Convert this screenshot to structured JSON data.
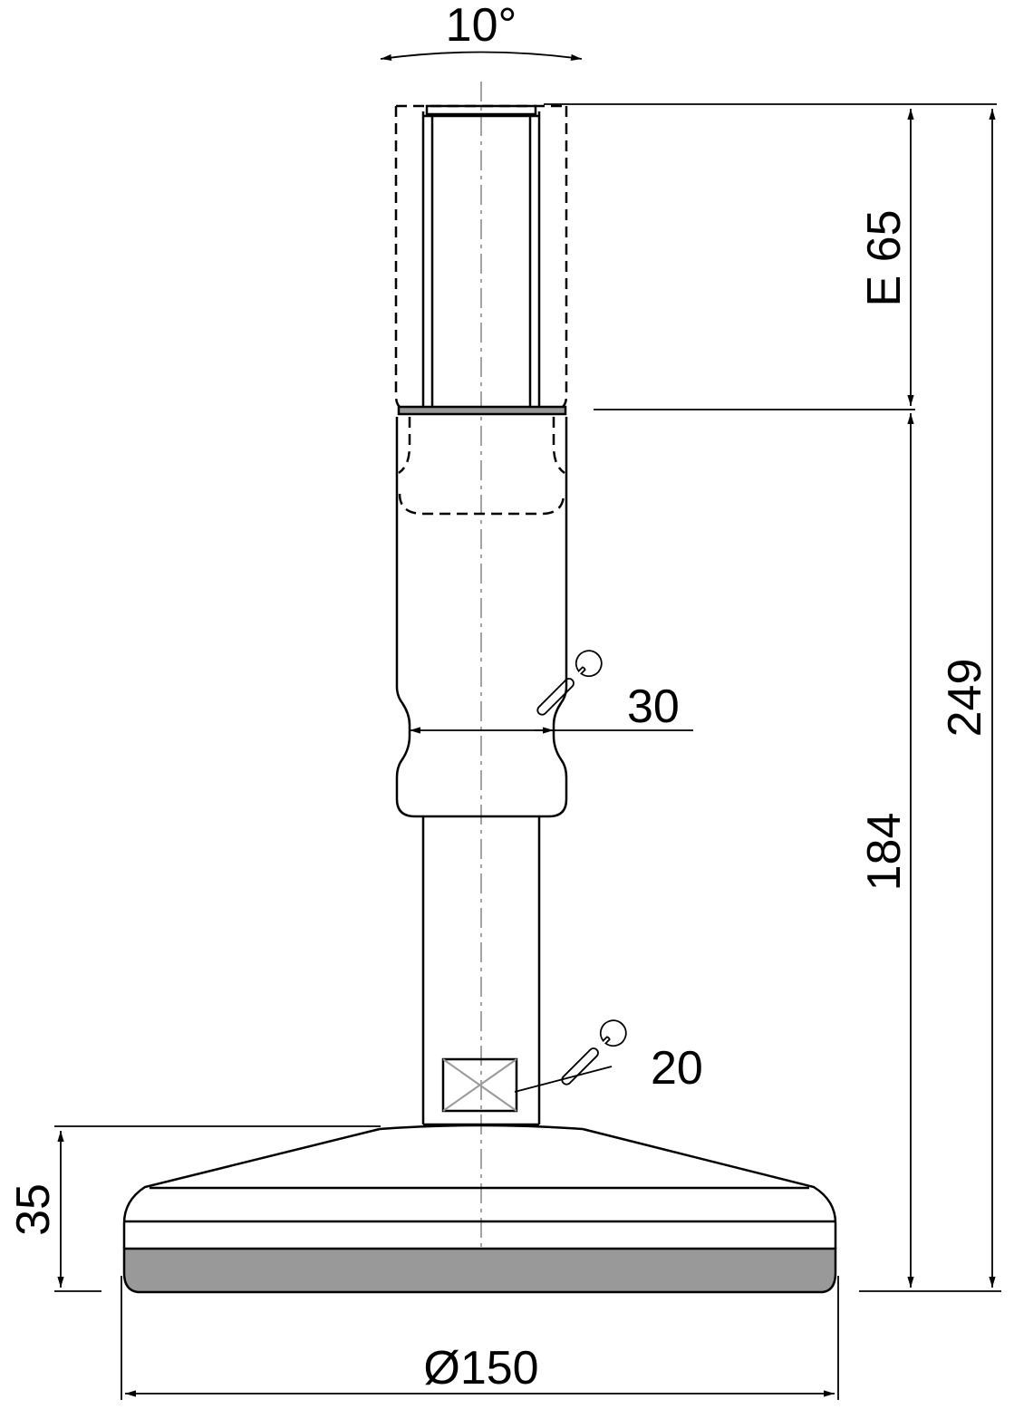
{
  "dimensions": {
    "tilt_angle": "10°",
    "thread_length": "E 65",
    "total_height": "249",
    "body_height": "184",
    "base_height": "35",
    "base_diameter": "Ø150",
    "wrench_upper": "30",
    "wrench_lower": "20"
  },
  "icons": {
    "wrench_upper": "wrench-icon",
    "wrench_lower": "wrench-icon"
  },
  "colors": {
    "pad": "#999999",
    "centerline": "#999999"
  }
}
